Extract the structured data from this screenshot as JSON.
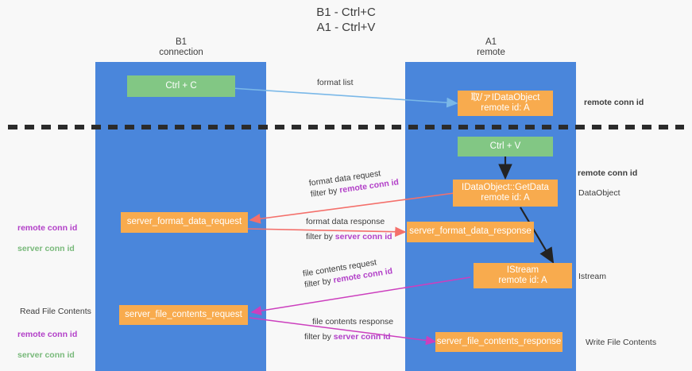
{
  "diagram": {
    "title": "B1 - Ctrl+C\nA1 - Ctrl+V",
    "background": "#f8f8f8",
    "lane_color": "#4a86db",
    "colors": {
      "lane": "#4a86db",
      "green_node": "#82c784",
      "orange_node": "#f8ab4e",
      "remote_conn_id": "#b23fc8",
      "server_conn_id": "#78b97a",
      "arrow_blue": "#7ab8e8",
      "arrow_red": "#f4706b",
      "arrow_magenta": "#cc3fbe",
      "arrow_black": "#232323",
      "divider": "#2b2b2b"
    },
    "lanes": [
      {
        "id": "left",
        "title": "B1\nconnection"
      },
      {
        "id": "right",
        "title": "A1\nremote"
      }
    ],
    "nodes": [
      {
        "id": "ctrl-c",
        "label": "Ctrl + C",
        "color": "green"
      },
      {
        "id": "idataobject",
        "label": "取/ァIDataObject\nremote id: A",
        "color": "orange"
      },
      {
        "id": "ctrl-v",
        "label": "Ctrl + V",
        "color": "green"
      },
      {
        "id": "getdata",
        "label": "IDataObject::GetData\nremote id: A",
        "color": "orange"
      },
      {
        "id": "fmt-req",
        "label": "server_format_data_request",
        "color": "orange"
      },
      {
        "id": "fmt-resp",
        "label": "server_format_data_response",
        "color": "orange"
      },
      {
        "id": "istream",
        "label": "IStream\nremote id: A",
        "color": "orange"
      },
      {
        "id": "file-req",
        "label": "server_file_contents_request",
        "color": "orange"
      },
      {
        "id": "file-resp",
        "label": "server_file_contents_response",
        "color": "orange"
      }
    ],
    "edges": [
      {
        "id": "format-list",
        "line1": "format list",
        "line2_prefix": "",
        "line2_key": ""
      },
      {
        "id": "format-data-req",
        "line1": "format data request",
        "line2_prefix": "filter by ",
        "line2_key": "remote conn id"
      },
      {
        "id": "format-data-resp",
        "line1": "format data response",
        "line2_prefix": "filter by ",
        "line2_key": "server conn id"
      },
      {
        "id": "file-contents-req",
        "line1": "file contents request",
        "line2_prefix": "filter by ",
        "line2_key": "remote conn id"
      },
      {
        "id": "file-contents-resp",
        "line1": "file contents response",
        "line2_prefix": "filter by ",
        "line2_key": "server conn id"
      }
    ],
    "side_labels": {
      "remote_conn_id_top": "remote conn id",
      "remote_conn_id_mid": "remote conn id",
      "dataobject": "DataObject",
      "istream": "Istream",
      "write_file_contents": "Write File Contents",
      "read_file_contents": "Read File Contents"
    },
    "legend_keys": {
      "remote": "remote conn id",
      "server": "server conn id"
    }
  }
}
